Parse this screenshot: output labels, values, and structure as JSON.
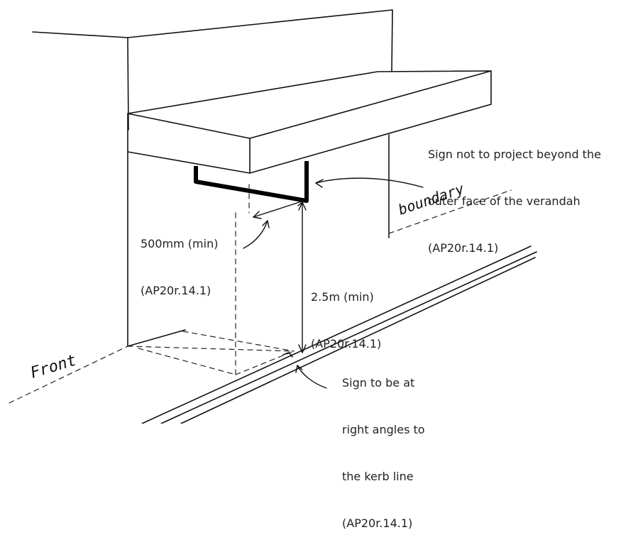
{
  "labels": {
    "sign_projection": [
      "Sign not to project beyond the",
      "outer face of the verandah",
      "(AP20r.14.1)"
    ],
    "clearance_500": [
      "500mm (min)",
      "(AP20r.14.1)"
    ],
    "clearance_25": [
      "2.5m (min)",
      "(AP20r.14.1)"
    ],
    "right_angles": [
      "Sign to be at",
      "right angles to",
      "the kerb line",
      "(AP20r.14.1)"
    ],
    "boundary": "boundary",
    "front": "Front"
  }
}
